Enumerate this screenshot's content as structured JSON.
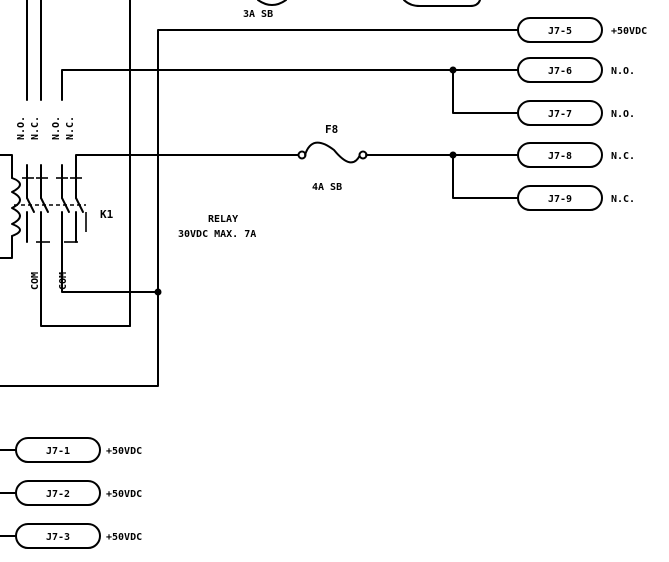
{
  "top_fuse_label": "3A SB",
  "fuse_f8": {
    "name": "F8",
    "rating": "4A SB"
  },
  "relay": {
    "ref": "K1",
    "label": "RELAY",
    "rating": "30VDC MAX. 7A"
  },
  "contact_labels": [
    "N.O.",
    "N.C.",
    "N.O.",
    "N.C."
  ],
  "com_labels": [
    "COM",
    "COM"
  ],
  "connectors_right": [
    {
      "pin": "J7-5",
      "signal": "+50VDC"
    },
    {
      "pin": "J7-6",
      "signal": "N.O."
    },
    {
      "pin": "J7-7",
      "signal": "N.O."
    },
    {
      "pin": "J7-8",
      "signal": "N.C."
    },
    {
      "pin": "J7-9",
      "signal": "N.C."
    }
  ],
  "connectors_bottom": [
    {
      "pin": "J7-1",
      "signal": "+50VDC"
    },
    {
      "pin": "J7-2",
      "signal": "+50VDC"
    },
    {
      "pin": "J7-3",
      "signal": "+50VDC"
    }
  ]
}
